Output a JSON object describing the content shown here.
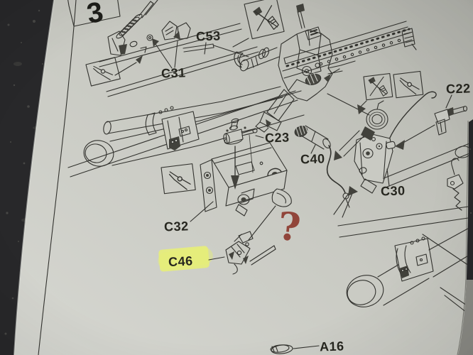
{
  "page": {
    "step_number": "3",
    "question_mark": "?",
    "labels": {
      "c53": "C53",
      "c31": "C31",
      "c23": "C23",
      "c40": "C40",
      "c22": "C22",
      "c30": "C30",
      "c32": "C32",
      "c46": "C46",
      "a16": "A16"
    },
    "highlighted_label": "C46",
    "icons": [
      {
        "name": "sprue-cutter-icon",
        "meaning": "use cutters/tweezers",
        "count": 3
      },
      {
        "name": "do-not-cut-knife-icon",
        "meaning": "knife crossed out",
        "count": 2
      }
    ],
    "colors": {
      "paper": "#c9cac3",
      "background": "#28282a",
      "print_ink": "#32322e",
      "highlighter": "#e7f074",
      "handwriting_ink": "#8c3a2f"
    }
  }
}
